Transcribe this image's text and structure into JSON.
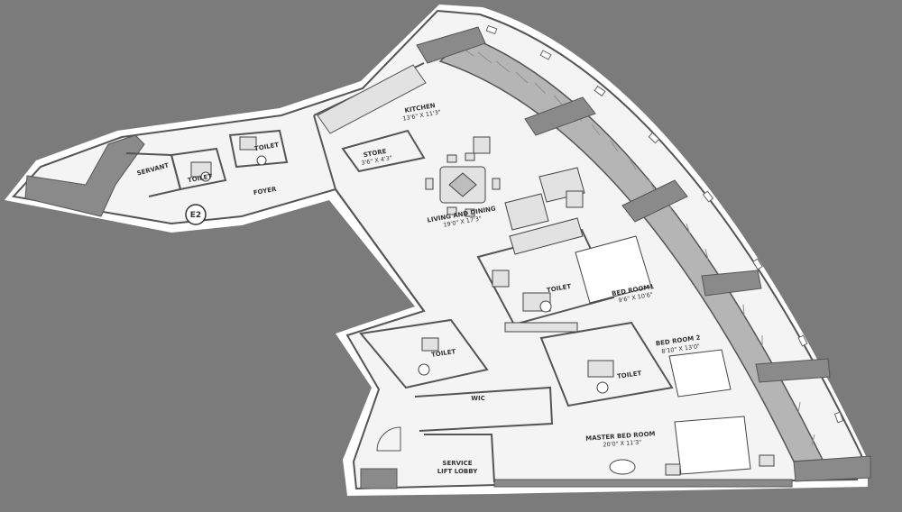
{
  "floor_plan": {
    "colors": {
      "background": "#7b7b7b",
      "floor": "#f4f4f4",
      "wall": "#666666",
      "wall_fill": "#8a8a8a",
      "balcony": "#b5b5b5",
      "furniture": "#e2e2e2",
      "line": "#444444"
    },
    "unit_tag": "E2",
    "rooms": {
      "kitchen": {
        "name": "KITCHEN",
        "dims": "13'6\" X 11'3\""
      },
      "store": {
        "name": "STORE",
        "dims": "3'6\" X 4'3\""
      },
      "servant": {
        "name": "SERVANT"
      },
      "toilet_a": {
        "name": "TOILET"
      },
      "toilet_b": {
        "name": "TOILET"
      },
      "foyer": {
        "name": "FOYER"
      },
      "living": {
        "name": "LIVING AND DINING",
        "dims": "19'0\" X 17'3\""
      },
      "bed1": {
        "name": "BED ROOM1",
        "dims": "9'6\" X 10'6\""
      },
      "toilet_bed1": {
        "name": "TOILET"
      },
      "bed2": {
        "name": "BED ROOM 2",
        "dims": "8'10\" X 13'0\""
      },
      "toilet_bed2": {
        "name": "TOILET"
      },
      "toilet_master": {
        "name": "TOILET"
      },
      "wic": {
        "name": "WIC"
      },
      "master": {
        "name": "MASTER BED ROOM",
        "dims": "20'0\" X 11'3\""
      },
      "service_lift": {
        "name": "SERVICE",
        "name2": "LIFT LOBBY"
      }
    }
  }
}
